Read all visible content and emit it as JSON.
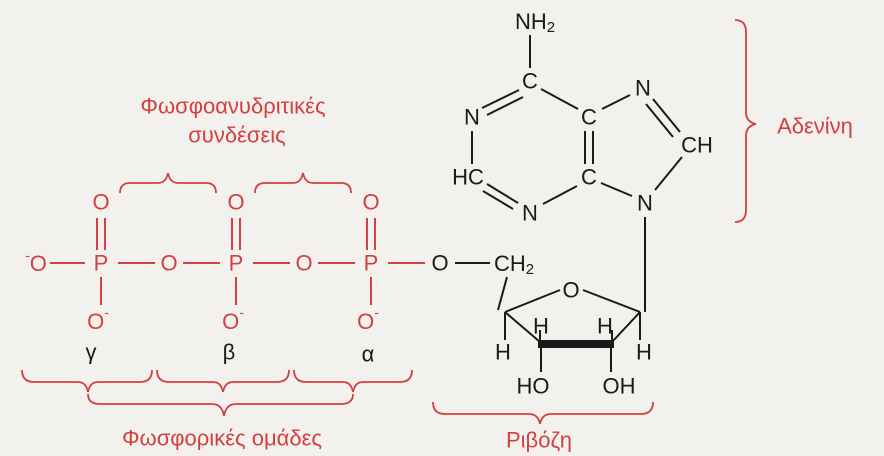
{
  "labels": {
    "phosphoanhydride_line1": "Φωσφοανυδριτικές",
    "phosphoanhydride_line2": "συνδέσεις",
    "adenine": "Αδενίνη",
    "phosphate_groups": "Φωσφορικές ομάδες",
    "ribose": "Ριβόζη"
  },
  "greek": {
    "gamma": "γ",
    "beta": "β",
    "alpha": "α"
  },
  "atoms": {
    "O": "O",
    "P": "P",
    "N": "N",
    "C": "C",
    "H": "H",
    "HC": "HC",
    "CH": "CH",
    "HO": "HO",
    "OH": "OH",
    "CH2_base": "CH",
    "NH2_base": "NH",
    "sub2": "2",
    "minus": "-"
  },
  "colors": {
    "phosphate": "#d2413f",
    "molecule": "#1a1a1a",
    "background": "#f3f1ee"
  }
}
